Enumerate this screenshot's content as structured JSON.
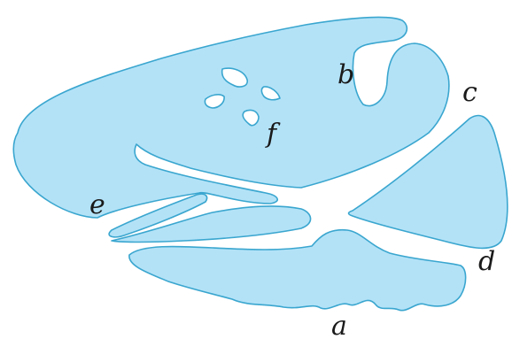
{
  "labels": {
    "a": "a",
    "b": "b",
    "c": "c",
    "d": "d",
    "e": "e",
    "f": "f"
  },
  "colors": {
    "region_fill": "#b3e2f7",
    "region_stroke": "#3aa6cf",
    "background": "#ffffff",
    "label_text": "#1a1a1a"
  }
}
